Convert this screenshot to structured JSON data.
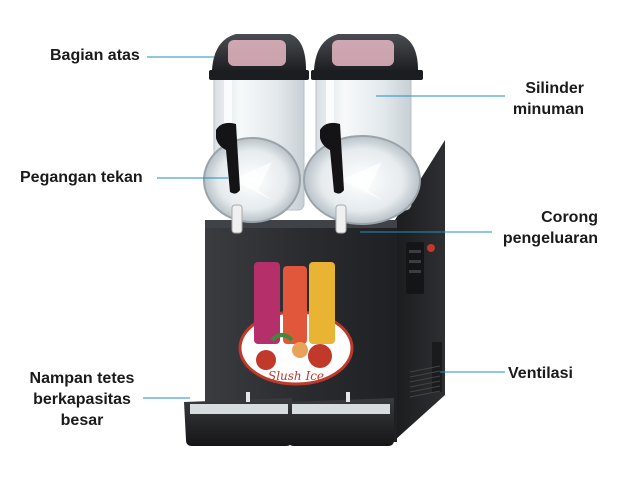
{
  "labels": {
    "top_part": "Bagian atas",
    "handle": "Pegangan tekan",
    "drip_tray_line1": "Nampan tetes",
    "drip_tray_line2": "berkapasitas",
    "drip_tray_line3": "besar",
    "cylinder_line1": "Silinder",
    "cylinder_line2": "minuman",
    "spout_line1": "Corong",
    "spout_line2": "pengeluaran",
    "vent": "Ventilasi"
  },
  "logo_text": "Slush Ice",
  "colors": {
    "callout_line": "#1f8fc4",
    "body_dark": "#2b2d30",
    "tank_clear": "#e9eef1"
  }
}
